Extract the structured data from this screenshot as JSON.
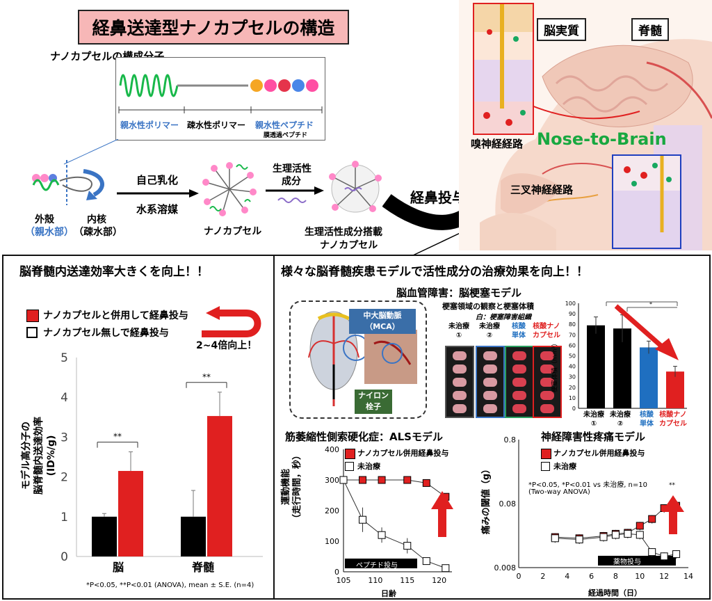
{
  "title": "経鼻送達型ナノカプセルの構造",
  "molecule": {
    "heading": "ナノカプセルの構成分子",
    "hydrophilic_polymer": "親水性ポリマー",
    "hydrophobic_polymer": "疎水性ポリマー",
    "hydrophilic_peptide": "親水性ペプチド",
    "membrane_peptide": "膜透過ペプチド"
  },
  "assembly": {
    "outer_shell": "外殻",
    "outer_shell_sub": "（親水部）",
    "inner_core": "内核",
    "inner_core_sub": "（疎水部）",
    "step1_top": "自己乳化",
    "step1_bottom": "水系溶媒",
    "nanocapsule": "ナノカプセル",
    "step2_top": "生理活性",
    "step2_bottom": "成分",
    "loaded_line1": "生理活性成分搭載",
    "loaded_line2": "ナノカプセル",
    "nasal": "経鼻投与"
  },
  "anatomy": {
    "brain": "脳実質",
    "spinal": "脊髄",
    "olfactory": "嗅神経経路",
    "nose_to_brain": "Nose-to-Brain",
    "trigeminal": "三叉神経経路"
  },
  "left_panel": {
    "header": "脳脊髄内送達効率大きくを向上！！",
    "legend_with": "ナノカプセルと併用して経鼻投与",
    "legend_without": "ナノカプセル無しで経鼻投与",
    "fold": "2~4倍向上！",
    "ylabel_1": "モデル高分子の",
    "ylabel_2": "脳脊髄内送達効率(ID%/g)",
    "footnote": "*P<0.05, **P<0.01 (ANOVA), mean ± S.E. (n=4)",
    "sig": "**"
  },
  "right_panel": {
    "header": "様々な脳脊髄疾患モデルで活性成分の治療効果を向上！！",
    "stroke_title": "脳血管障害：脳梗塞モデル",
    "mca_1": "中大脳動脈",
    "mca_2": "（MCA）",
    "nylon_1": "ナイロン",
    "nylon_2": "栓子",
    "photo_title": "梗塞領域の観察と梗塞体積",
    "photo_sub": "白：梗塞障害組織",
    "groups": [
      {
        "l1": "未治療",
        "l2": "①",
        "color": "#000000"
      },
      {
        "l1": "未治療",
        "l2": "②",
        "color": "#000000"
      },
      {
        "l1": "核酸",
        "l2": "単体",
        "color": "#1f6fc0"
      },
      {
        "l1": "核酸ナノ",
        "l2": "カプセル",
        "color": "#e02020"
      }
    ],
    "infarct_ylabel": "梗塞体積（mm³）",
    "als_title": "筋萎縮性側索硬化症：ALSモデル",
    "als_legend_with": "ナノカプセル併用経鼻投与",
    "als_legend_without": "未治療",
    "als_ylabel_1": "運動機能",
    "als_ylabel_2": "（走行時間，秒）",
    "als_xlabel": "日齢",
    "als_bar": "ペプチド投与",
    "pain_title": "神経障害性疼痛モデル",
    "pain_legend_with": "ナノカプセル併用経鼻投与",
    "pain_legend_without": "未治療",
    "pain_stats_1": "*P<0.05, *P<0.01 vs 未治療, n=10",
    "pain_stats_2": "(Two-way ANOVA)",
    "pain_ylabel": "痛みの閾値（g）",
    "pain_xlabel": "経過時間（日）",
    "pain_bar": "薬物投与"
  },
  "chart_data": [
    {
      "type": "bar",
      "categories": [
        "脳",
        "脊髄"
      ],
      "series": [
        {
          "name": "ナノカプセル無しで経鼻投与",
          "values": [
            1.0,
            1.0
          ],
          "errors": [
            0.08,
            0.66
          ],
          "color": "#000000"
        },
        {
          "name": "ナノカプセルと併用して経鼻投与",
          "values": [
            2.15,
            3.53
          ],
          "errors": [
            0.48,
            0.6
          ],
          "color": "#e02020"
        }
      ],
      "ylim": [
        0,
        5
      ],
      "yticks": [
        "0",
        "1",
        "2",
        "3",
        "4",
        "5"
      ]
    },
    {
      "type": "bar",
      "categories": [
        "未治療①",
        "未治療②",
        "核酸単体",
        "核酸ナノカプセル"
      ],
      "values": [
        79,
        76,
        58,
        35
      ],
      "errors": [
        8,
        13,
        6,
        5
      ],
      "ylim": [
        0,
        100
      ],
      "yticks": [
        "0",
        "10",
        "20",
        "30",
        "40",
        "50",
        "60",
        "70",
        "80",
        "90",
        "100"
      ]
    },
    {
      "type": "line",
      "xlim": [
        105,
        122
      ],
      "ylim": [
        0,
        400
      ],
      "xticks": [
        "105",
        "110",
        "115",
        "120"
      ],
      "yticks": [
        "0",
        "100",
        "200",
        "300",
        "400"
      ],
      "series": [
        {
          "name": "ナノカプセル併用経鼻投与",
          "x": [
            105,
            108,
            111,
            115,
            118,
            121
          ],
          "y": [
            300,
            300,
            300,
            300,
            290,
            245
          ],
          "errors": [
            0,
            0,
            0,
            0,
            0,
            0
          ]
        },
        {
          "name": "未治療",
          "x": [
            105,
            108,
            111,
            115,
            118,
            121
          ],
          "y": [
            300,
            170,
            120,
            85,
            35,
            12
          ],
          "errors": [
            0,
            40,
            25,
            25,
            0,
            0
          ]
        }
      ]
    },
    {
      "type": "line",
      "xlim": [
        0,
        14
      ],
      "ylim": [
        "0.008",
        "0.8"
      ],
      "xticks": [
        "0",
        "2",
        "4",
        "6",
        "8",
        "10",
        "12",
        "14"
      ],
      "yticks": [
        "0.008",
        "0.08",
        "0.8"
      ],
      "yscale": "log",
      "series": [
        {
          "name": "ナノカプセル併用経鼻投与",
          "x": [
            3,
            5,
            7,
            8,
            9,
            10,
            11,
            12,
            13
          ],
          "y": [
            0.024,
            0.023,
            0.025,
            0.027,
            0.028,
            0.036,
            0.046,
            0.068,
            0.074
          ]
        },
        {
          "name": "未治療",
          "x": [
            3,
            5,
            7,
            8,
            9,
            10,
            11,
            12,
            13
          ],
          "y": [
            0.023,
            0.022,
            0.024,
            0.026,
            0.027,
            0.026,
            0.014,
            0.012,
            0.013
          ]
        }
      ]
    }
  ]
}
